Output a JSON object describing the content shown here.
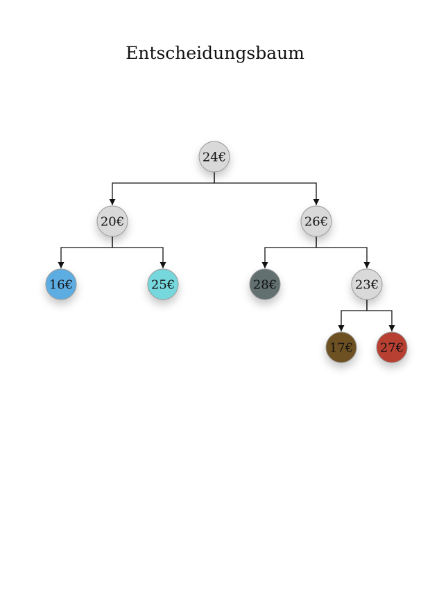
{
  "title": "Entscheidungsbaum",
  "nodes": [
    {
      "id": "root",
      "label": "24€",
      "color": "#d9d9d9",
      "children": [
        "n20",
        "n26"
      ]
    },
    {
      "id": "n20",
      "label": "20€",
      "color": "#d9d9d9",
      "children": [
        "n16",
        "n25"
      ]
    },
    {
      "id": "n26",
      "label": "26€",
      "color": "#d9d9d9",
      "children": [
        "n28",
        "n23"
      ]
    },
    {
      "id": "n16",
      "label": "16€",
      "color": "#5dade2",
      "children": []
    },
    {
      "id": "n25",
      "label": "25€",
      "color": "#76d7dc",
      "children": []
    },
    {
      "id": "n28",
      "label": "28€",
      "color": "#626f6f",
      "children": []
    },
    {
      "id": "n23",
      "label": "23€",
      "color": "#d9d9d9",
      "children": [
        "n17",
        "n27"
      ]
    },
    {
      "id": "n17",
      "label": "17€",
      "color": "#6e5124",
      "children": []
    },
    {
      "id": "n27",
      "label": "27€",
      "color": "#b83f30",
      "children": []
    }
  ]
}
